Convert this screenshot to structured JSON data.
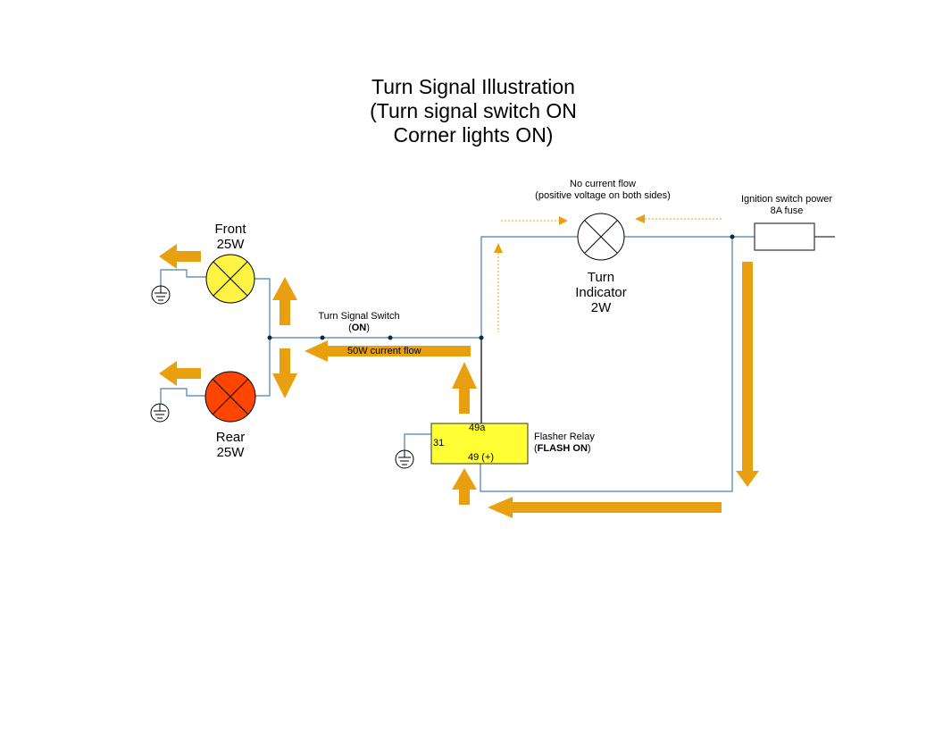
{
  "title": {
    "line1": "Turn Signal Illustration",
    "line2": "(Turn signal switch ON",
    "line3": "Corner lights ON)"
  },
  "front_lamp": {
    "name": "Front",
    "power": "25W",
    "color": "#FFF343"
  },
  "rear_lamp": {
    "name": "Rear",
    "power": "25W",
    "color": "#FF4500"
  },
  "turn_signal_switch": {
    "label": "Turn Signal Switch",
    "state": "ON"
  },
  "current_flow_label": "50W current flow",
  "indicator": {
    "name": "Turn",
    "name2": "Indicator",
    "power": "2W"
  },
  "no_flow": {
    "line1": "No current flow",
    "line2": "(positive voltage on both sides)"
  },
  "ignition": {
    "line1": "Ignition switch power",
    "line2": "8A fuse"
  },
  "flasher_relay": {
    "label": "Flasher Relay",
    "state": "FLASH ON",
    "terminal_49a": "49a",
    "terminal_31": "31",
    "terminal_49": "49 (+)",
    "color": "#FFFF33"
  },
  "colors": {
    "arrow": "#E8A010",
    "wire": "#4A7FB0"
  }
}
